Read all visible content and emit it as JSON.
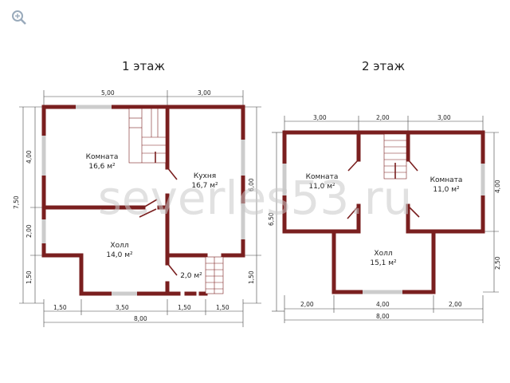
{
  "toolbar": {
    "zoom_icon": "magnifier-icon"
  },
  "watermark": "severles53.ru",
  "floor1": {
    "title": "1 этаж",
    "dims": {
      "top_a": "5,00",
      "top_b": "3,00",
      "left_total": "7,50",
      "left_a": "4,00",
      "left_b": "2,00",
      "left_c": "1,50",
      "right_a": "6,00",
      "right_b": "1,50",
      "bottom_a": "1,50",
      "bottom_b": "3,50",
      "bottom_c": "1,50",
      "bottom_d": "1,50",
      "bottom_total": "8,00"
    },
    "rooms": [
      {
        "name": "Комната",
        "area": "16,6 м²"
      },
      {
        "name": "Кухня",
        "area": "16,7 м²"
      },
      {
        "name": "Холл",
        "area": "14,0 м²"
      },
      {
        "name": "",
        "area": "2,0 м²"
      }
    ]
  },
  "floor2": {
    "title": "2 этаж",
    "dims": {
      "top_a": "3,00",
      "top_b": "2,00",
      "top_c": "3,00",
      "left_total": "6,50",
      "right_a": "4,00",
      "right_b": "2,50",
      "bottom_a": "2,00",
      "bottom_b": "4,00",
      "bottom_c": "2,00",
      "bottom_total": "8,00"
    },
    "rooms": [
      {
        "name": "Комната",
        "area": "11,0 м²"
      },
      {
        "name": "Комната",
        "area": "11,0 м²"
      },
      {
        "name": "Холл",
        "area": "15,1 м²"
      }
    ]
  }
}
